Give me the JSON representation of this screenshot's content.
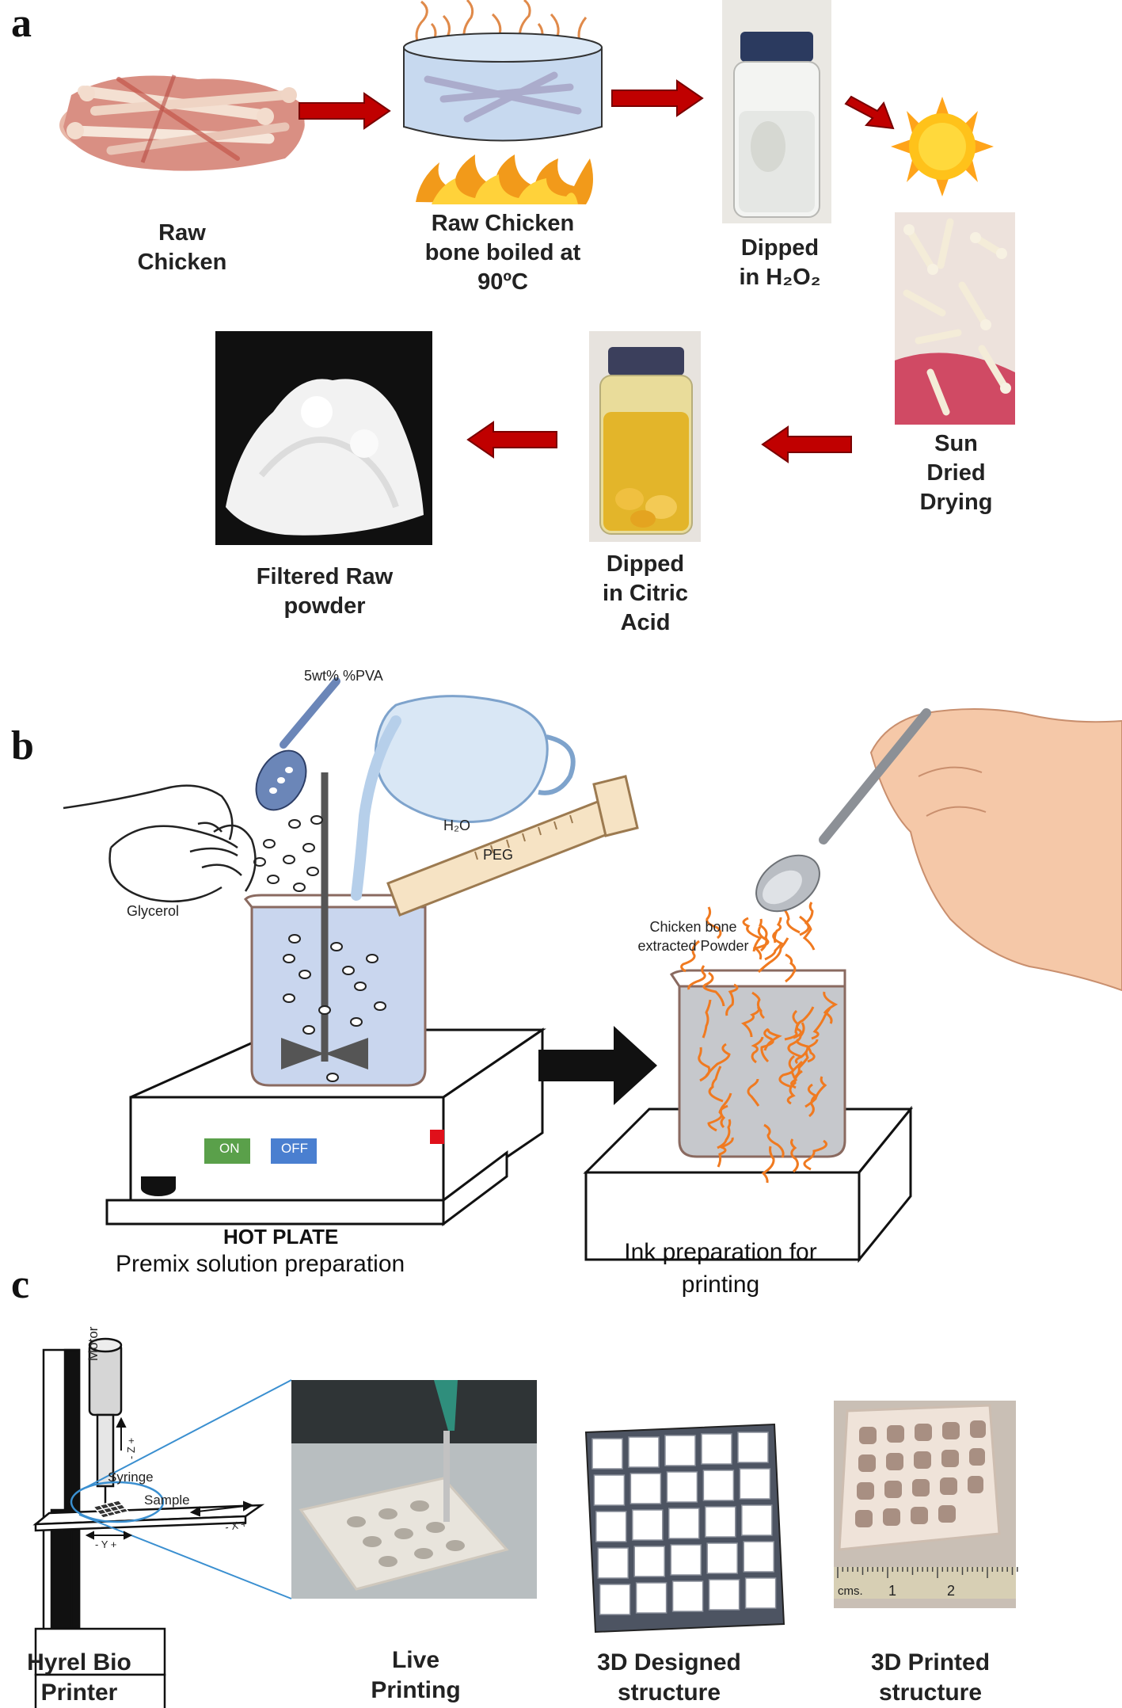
{
  "panels": {
    "a": "a",
    "b": "b",
    "c": "c"
  },
  "panel_a": {
    "steps": [
      {
        "line1": "Raw",
        "line2": "Chicken",
        "line3": ""
      },
      {
        "line1": "Raw Chicken",
        "line2": "bone boiled at",
        "line3": "90ºC"
      },
      {
        "line1": "Dipped",
        "line2": "in H₂O₂",
        "line3": ""
      },
      {
        "line1": "Sun",
        "line2": "Dried",
        "line3": "Drying"
      },
      {
        "line1": "Dipped",
        "line2": "in Citric",
        "line3": "Acid"
      },
      {
        "line1": "Filtered Raw",
        "line2": "powder",
        "line3": ""
      }
    ],
    "arrow_color": "#c00000"
  },
  "panel_b": {
    "pva_label": "5wt% %PVA",
    "water_label": "H₂O",
    "peg_label": "PEG",
    "glycerol_label": "Glycerol",
    "on_button": "ON",
    "off_button": "OFF",
    "hotplate_label": "HOT PLATE",
    "premix_caption": "Premix solution preparation",
    "powder_label_line1": "Chicken bone",
    "powder_label_line2": "extracted Powder",
    "ink_caption_line1": "Ink preparation for",
    "ink_caption_line2": "printing"
  },
  "panel_c": {
    "motor_label": "Motor",
    "syringe_label": "Syringe",
    "sample_label": "Sample",
    "z_axis_label": "- Z +",
    "y_axis_label": "- Y +",
    "x_axis_label": "- X +",
    "scale_label": "cms.",
    "scale_numbers": [
      "1",
      "2"
    ],
    "captions": [
      {
        "line1": "Hyrel Bio",
        "line2": "Printer"
      },
      {
        "line1": "Live",
        "line2": "Printing"
      },
      {
        "line1": "3D Designed",
        "line2": "structure"
      },
      {
        "line1": "3D Printed",
        "line2": "structure"
      }
    ]
  },
  "colors": {
    "red_arrow": "#c00000",
    "on_green": "#5aa04a",
    "off_blue": "#4a7fd0",
    "strand_orange": "#f07a20"
  }
}
